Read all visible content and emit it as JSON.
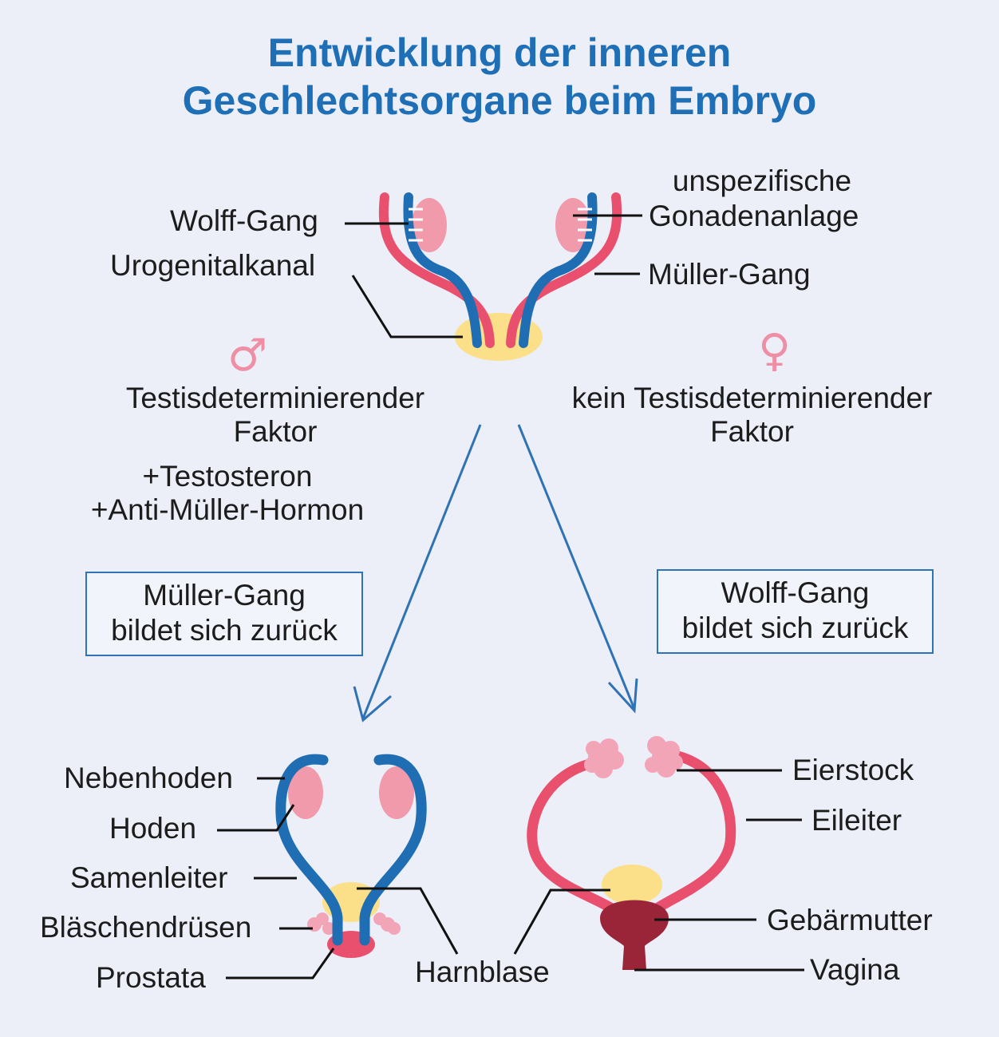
{
  "title": {
    "line1": "Entwicklung der inneren",
    "line2": "Geschlechtsorgane beim Embryo"
  },
  "top_labels": {
    "wolff_gang": "Wolff-Gang",
    "urogenitalkanal": "Urogenitalkanal",
    "gonade_line1": "unspezifische",
    "gonade_line2": "Gonadenanlage",
    "mueller_gang": "Müller-Gang"
  },
  "male_branch": {
    "symbol": "♂",
    "factor_line1": "Testisdeterminierender",
    "factor_line2": "Faktor",
    "hormone_line1": "+Testosteron",
    "hormone_line2": "+Anti-Müller-Hormon",
    "box_line1": "Müller-Gang",
    "box_line2": "bildet sich zurück"
  },
  "female_branch": {
    "symbol": "♀",
    "factor_line1": "kein Testisdeterminierender",
    "factor_line2": "Faktor",
    "box_line1": "Wolff-Gang",
    "box_line2": "bildet sich zurück"
  },
  "male_labels": {
    "nebenhoden": "Nebenhoden",
    "hoden": "Hoden",
    "samenleiter": "Samenleiter",
    "blaeschendruesen": "Bläschendrüsen",
    "prostata": "Prostata"
  },
  "shared_labels": {
    "harnblase": "Harnblase"
  },
  "female_labels": {
    "eierstock": "Eierstock",
    "eileiter": "Eileiter",
    "gebaermutter": "Gebärmutter",
    "vagina": "Vagina"
  },
  "colors": {
    "title": "#1e6fb5",
    "wolff_duct": "#1f6db3",
    "mueller_duct": "#e8506e",
    "gonad": "#f19aac",
    "bladder": "#fbe089",
    "uterus": "#9a2438",
    "symbol": "#ee8fa6"
  }
}
